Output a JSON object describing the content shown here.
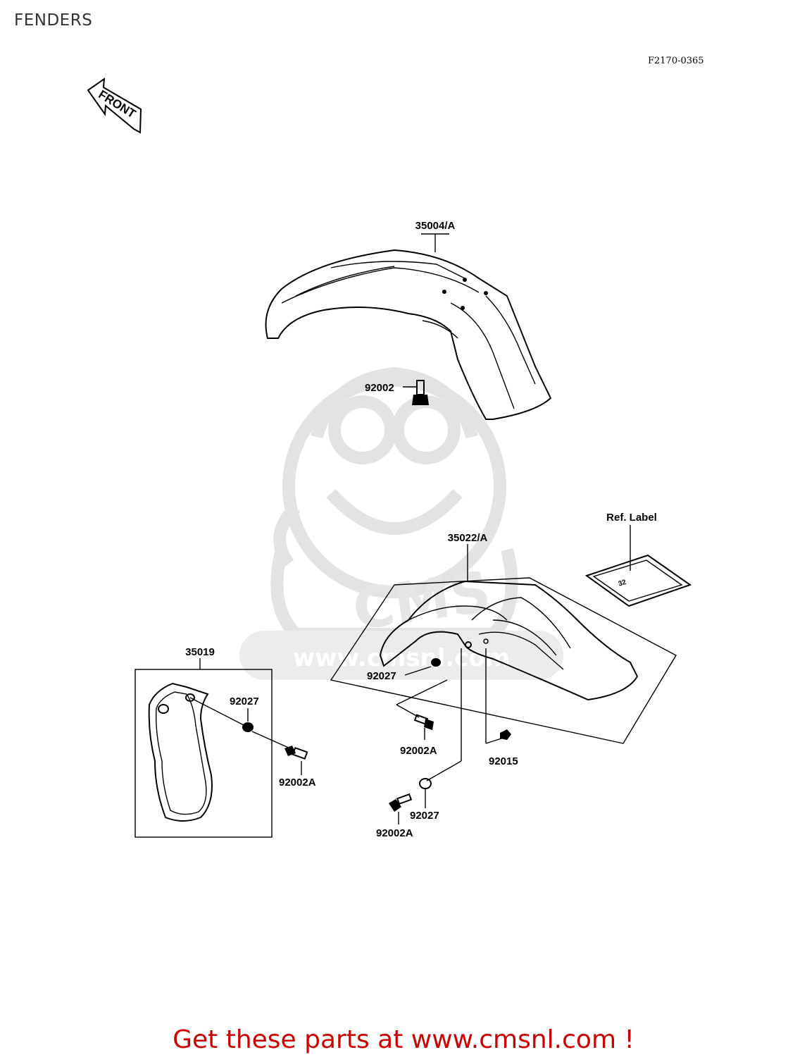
{
  "page": {
    "title": "FENDERS",
    "diagram_code": "F2170-0365",
    "front_arrow_text": "FRONT",
    "footer_text": "Get these parts at www.cmsnl.com !"
  },
  "watermark": {
    "logo_text": "CMS",
    "url_text": "www.cmsnl.com"
  },
  "parts": {
    "front_fender": "35004/A",
    "front_fender_bolt": "92002",
    "rear_fender": "35022/A",
    "ref_label": "Ref. Label",
    "ref_label_digits": "32",
    "side_cover": "35019",
    "side_cover_washer": "92027",
    "side_cover_bolt": "92002A",
    "rear_washer_upper": "92027",
    "rear_bolt_upper": "92002A",
    "rear_nut": "92015",
    "rear_washer_lower": "92027",
    "rear_bolt_lower": "92002A"
  },
  "colors": {
    "footer": "#cc0000",
    "watermark": "#e3e3e3"
  }
}
